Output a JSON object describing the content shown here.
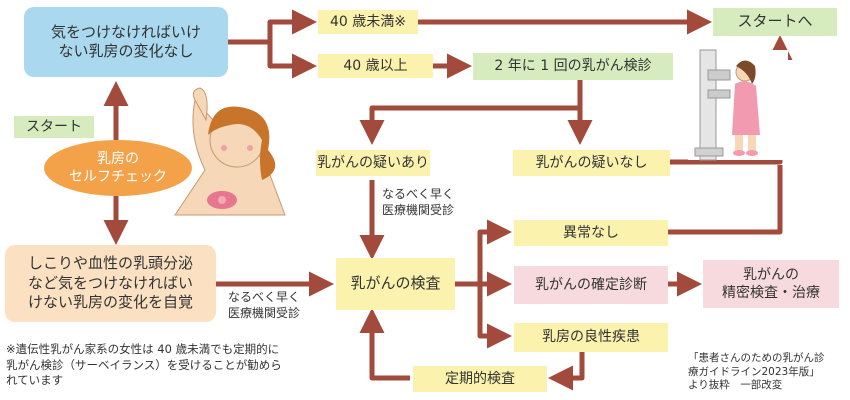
{
  "boxes": {
    "no_change": "気をつけなければいけ\nない乳房の変化なし",
    "under40": "40 歳未満※",
    "over40": "40 歳以上",
    "biennial": "2 年に 1 回の乳がん検診",
    "to_start": "スタートへ",
    "start_label": "スタート",
    "self_check": "乳房の\nセルフチェック",
    "suspected": "乳がんの疑いあり",
    "not_suspected": "乳がんの疑いなし",
    "symptoms": "しこりや血性の乳頭分泌\nなど気をつけなければい\nけない乳房の変化を自覚",
    "exam": "乳がんの検査",
    "normal": "異常なし",
    "confirmed": "乳がんの確定診断",
    "detailed": "乳がんの\n精密検査・治療",
    "benign": "乳房の良性疾患",
    "periodic": "定期的検査"
  },
  "labels": {
    "asap_top": "なるべく早く\n医療機関受診",
    "asap_bottom": "なるべく早く\n医療機関受診"
  },
  "footnote": "※遺伝性乳がん家系の女性は 40 歳未満でも定期的に\n乳がん検診（サーベイランス）を受けることが勧めら\nれています",
  "source": "「患者さんのための乳がん診\n療ガイドライン2023年版」\nより抜粋　一部改変",
  "colors": {
    "arrow": "#a24a3b",
    "blue_box": "#a9d8ef",
    "beige_box": "#fbe0c2",
    "yellow_box": "#fbf2ad",
    "green_box": "#d6ecbf",
    "pink_box": "#f7dadd",
    "self_check": "#f4a24a"
  },
  "icons": [
    "woman-self-exam-illustration",
    "mammography-illustration"
  ]
}
